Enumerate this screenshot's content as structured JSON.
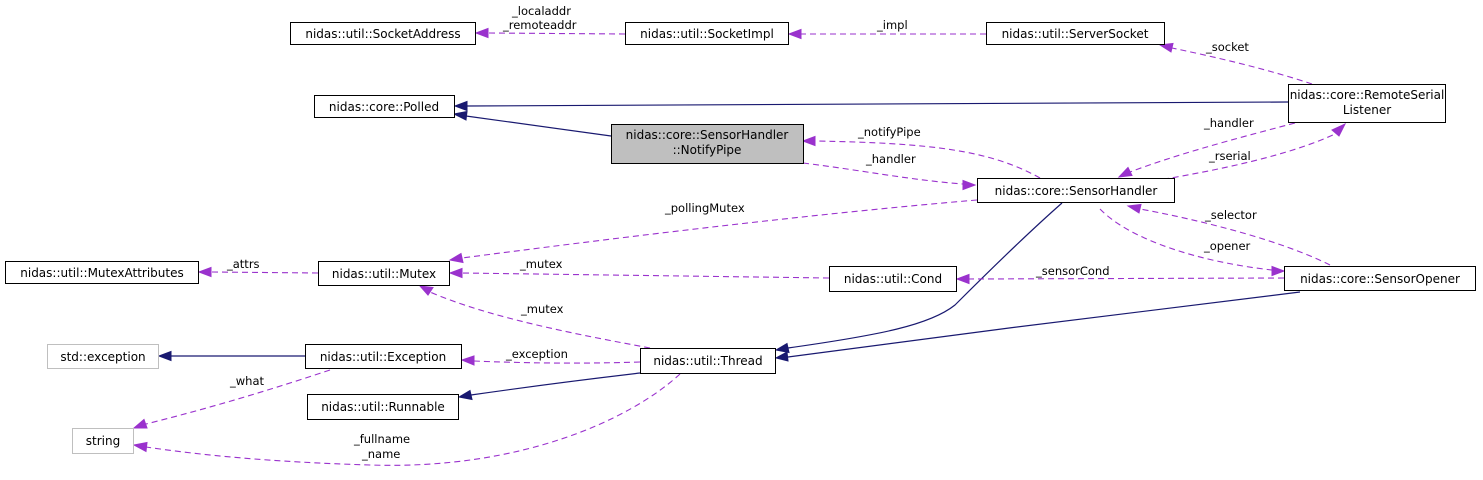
{
  "colors": {
    "inheritance": "#191970",
    "usage": "#9a32cd",
    "focus_fill": "#bfbfbf",
    "external_border": "#bfbfbf"
  },
  "nodes": {
    "socket_address": "nidas::util::SocketAddress",
    "socket_impl": "nidas::util::SocketImpl",
    "server_socket": "nidas::util::ServerSocket",
    "polled": "nidas::core::Polled",
    "remote_serial_listener_1": "nidas::core::RemoteSerial",
    "remote_serial_listener_2": "Listener",
    "notify_pipe_1": "nidas::core::SensorHandler",
    "notify_pipe_2": "::NotifyPipe",
    "sensor_handler": "nidas::core::SensorHandler",
    "mutex_attributes": "nidas::util::MutexAttributes",
    "mutex": "nidas::util::Mutex",
    "cond": "nidas::util::Cond",
    "sensor_opener": "nidas::core::SensorOpener",
    "std_exception": "std::exception",
    "exception": "nidas::util::Exception",
    "thread": "nidas::util::Thread",
    "runnable": "nidas::util::Runnable",
    "string": "string"
  },
  "edge_labels": {
    "localaddr": "_localaddr",
    "remoteaddr": "_remoteaddr",
    "impl": "_impl",
    "socket": "_socket",
    "notify_pipe": "_notifyPipe",
    "handler_np": "_handler",
    "handler_rsl": "_handler",
    "rserial": "_rserial",
    "polling_mutex": "_pollingMutex",
    "selector": "_selector",
    "opener": "_opener",
    "attrs": "_attrs",
    "mutex_cond": "_mutex",
    "sensor_cond": "_sensorCond",
    "mutex_thread": "_mutex",
    "exception": "_exception",
    "what": "_what",
    "fullname": "_fullname",
    "name": "_name"
  }
}
